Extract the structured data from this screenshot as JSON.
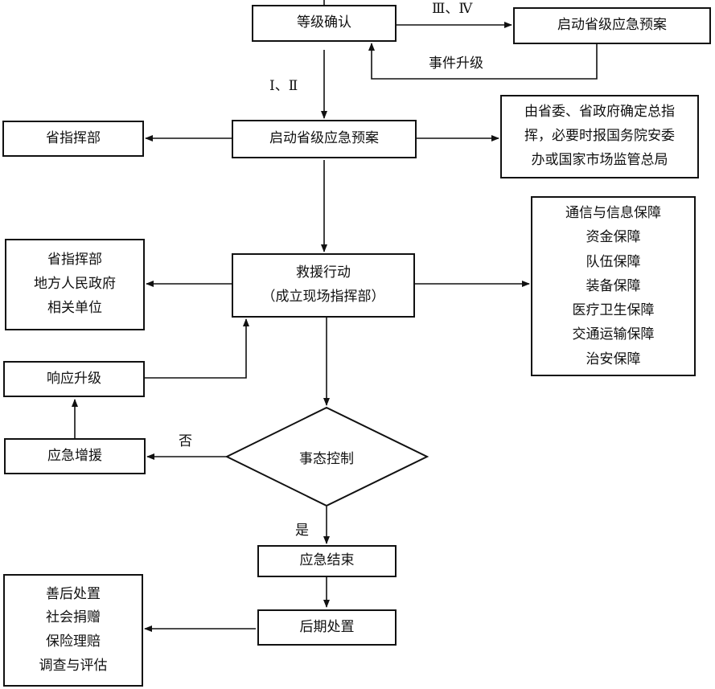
{
  "nodes": {
    "level_confirm": "等级确认",
    "start_plan_top": "启动省级应急预案",
    "start_plan": "启动省级应急预案",
    "hq_left": "省指挥部",
    "command_note": [
      "由省委、省政府确定总指",
      "挥，必要时报国务院安委",
      "办或国家市场监管总局"
    ],
    "rescue": [
      "救援行动",
      "（成立现场指挥部）"
    ],
    "participants": [
      "省指挥部",
      "地方人民政府",
      "相关单位"
    ],
    "support": [
      "通信与信息保障",
      "资金保障",
      "队伍保障",
      "装备保障",
      "医疗卫生保障",
      "交通运输保障",
      "治安保障"
    ],
    "response_upgrade": "响应升级",
    "emergency_reinforce": "应急增援",
    "situation_control": "事态控制",
    "emergency_end": "应急结束",
    "aftermath": "后期处置",
    "aftermath_items": [
      "善后处置",
      "社会捐赠",
      "保险理赔",
      "调查与评估"
    ]
  },
  "edge_labels": {
    "levels_3_4": "Ⅲ、Ⅳ",
    "event_upgrade": "事件升级",
    "levels_1_2": "Ⅰ、Ⅱ",
    "no": "否",
    "yes": "是"
  }
}
